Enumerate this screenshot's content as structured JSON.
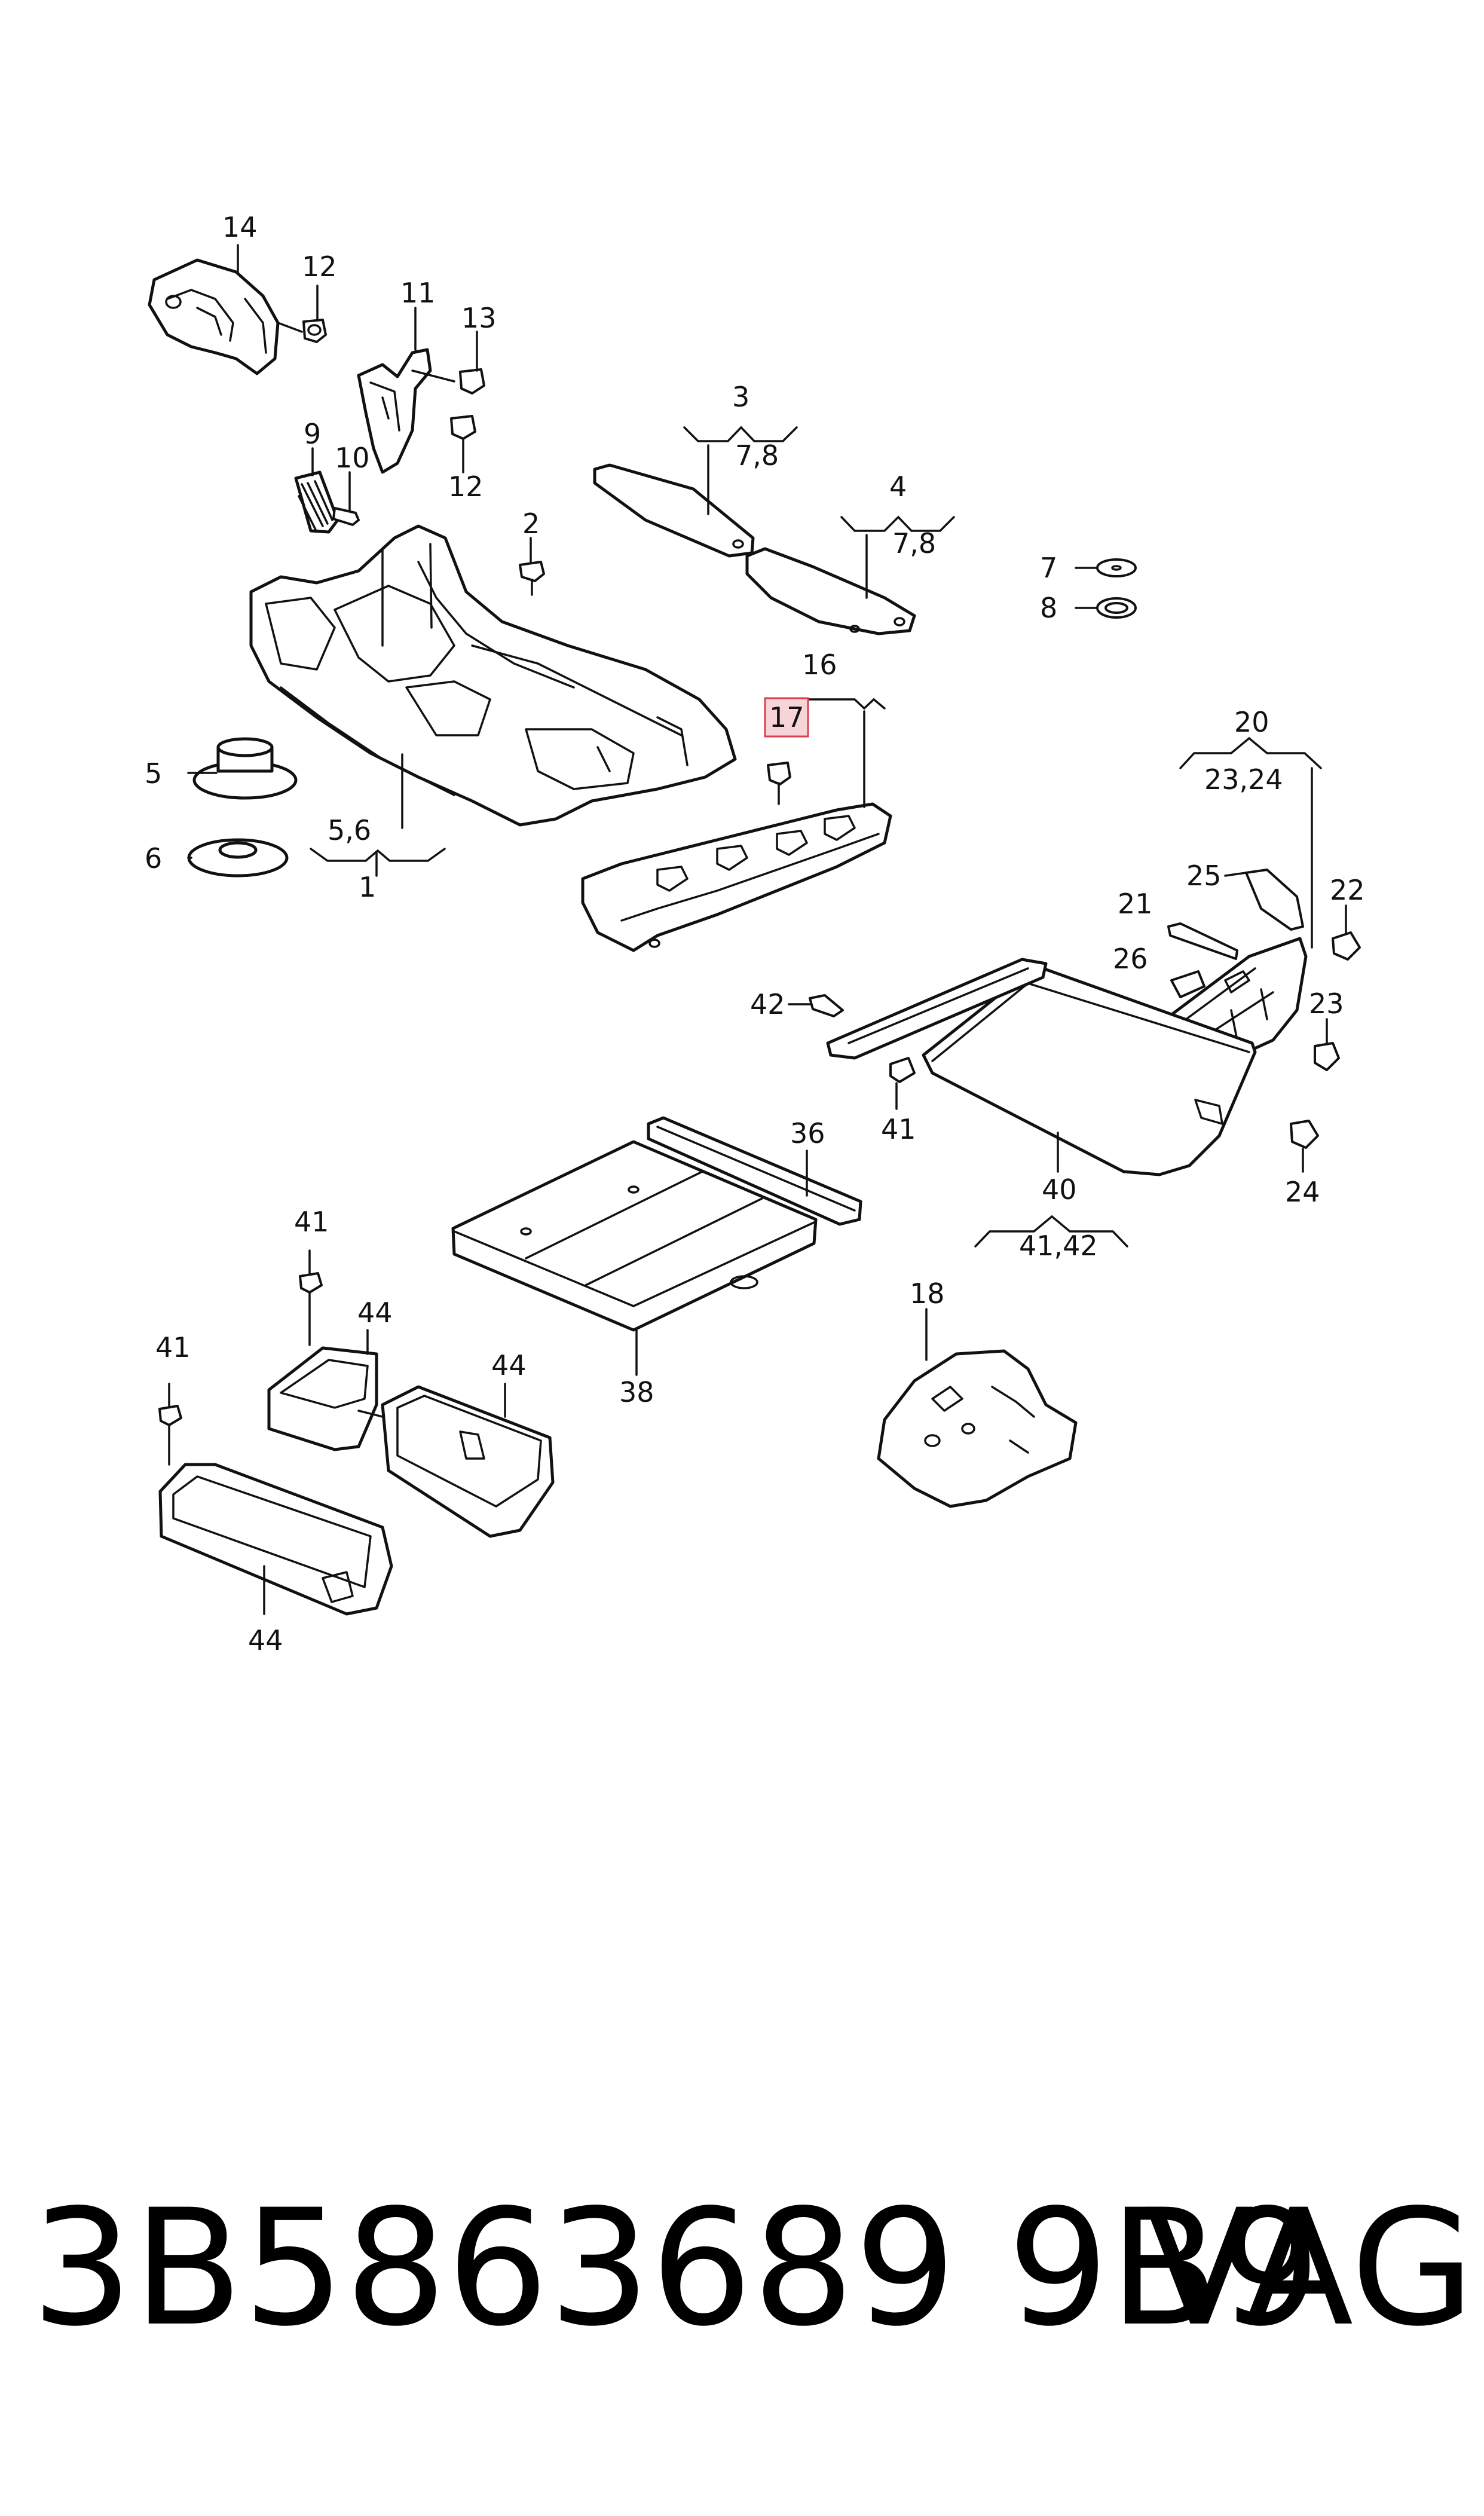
{
  "highlight_color": "#d9404f",
  "callouts": {
    "c1": "1",
    "c56": "5,6",
    "c2": "2",
    "c3": "3",
    "c3sub": "7,8",
    "c4": "4",
    "c4sub": "7,8",
    "c5": "5",
    "c6": "6",
    "c7": "7",
    "c8": "8",
    "c9": "9",
    "c10": "10",
    "c11": "11",
    "c12a": "12",
    "c12b": "12",
    "c13": "13",
    "c14": "14",
    "c16": "16",
    "c17": "17",
    "c18": "18",
    "c20": "20",
    "c20sub": "23,24",
    "c21": "21",
    "c22": "22",
    "c23": "23",
    "c24": "24",
    "c25": "25",
    "c26": "26",
    "c36": "36",
    "c38": "38",
    "c40": "40",
    "c40sub": "41,42",
    "c41a": "41",
    "c41b": "41",
    "c41c": "41",
    "c42": "42",
    "c44a": "44",
    "c44b": "44",
    "c44c": "44"
  },
  "footer": {
    "part_number": "3B5863689 9B9",
    "brand": "VAG"
  }
}
